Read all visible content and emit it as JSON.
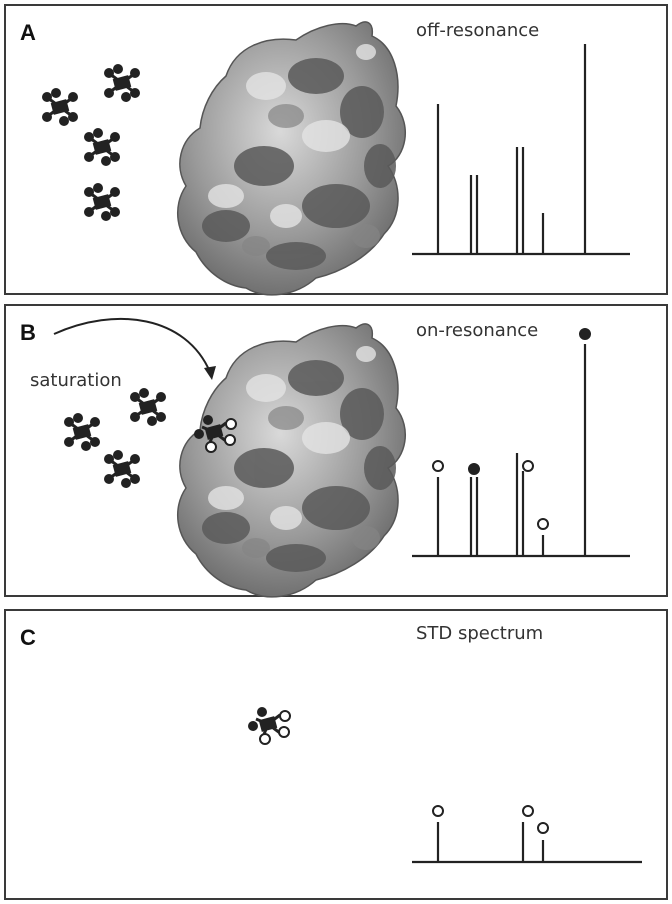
{
  "panels": [
    {
      "id": "A",
      "letter": "A",
      "title": "off-resonance"
    },
    {
      "id": "B",
      "letter": "B",
      "title": "on-resonance",
      "annotation": "saturation"
    },
    {
      "id": "C",
      "letter": "C",
      "title": "STD spectrum"
    }
  ],
  "colors": {
    "border": "#3a3a3a",
    "ink": "#222222",
    "protein_light": "#bdbdbd",
    "protein_dark": "#6a6a6a"
  }
}
